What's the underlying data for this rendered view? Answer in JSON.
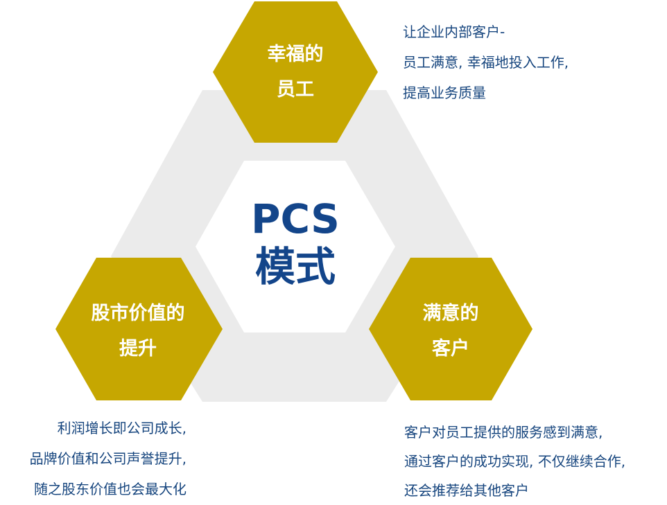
{
  "colors": {
    "gold": "#c6a701",
    "grey": "#ebebeb",
    "navy": "#13458a",
    "text": "#16457e"
  },
  "center": {
    "line1": "PCS",
    "line2": "模式"
  },
  "nodes": {
    "top": {
      "line1": "幸福的",
      "line2": "员工"
    },
    "left": {
      "line1": "股市价值的",
      "line2": "提升"
    },
    "right": {
      "line1": "满意的",
      "line2": "客户"
    }
  },
  "descriptions": {
    "top": [
      "让企业内部客户-",
      "员工满意, 幸福地投入工作,",
      "提高业务质量"
    ],
    "left": [
      "利润增长即公司成长,",
      "品牌价值和公司声誉提升,",
      "随之股东价值也会最大化"
    ],
    "right": [
      "客户对员工提供的服务感到满意,",
      "通过客户的成功实现, 不仅继续合作,",
      "还会推荐给其他客户"
    ]
  }
}
